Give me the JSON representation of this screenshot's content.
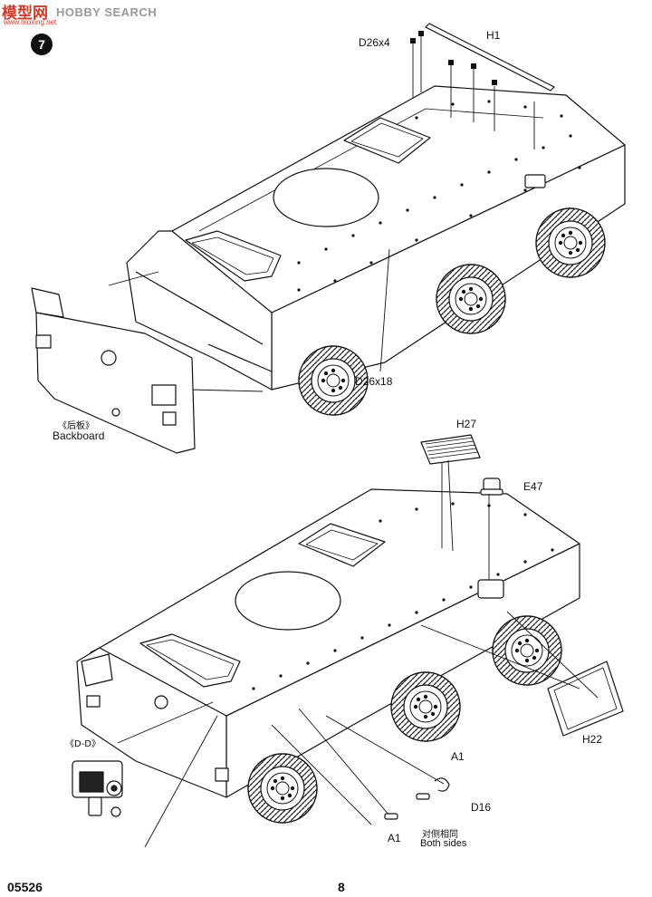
{
  "watermark": {
    "site_cn": "模型网",
    "site_en": "HOBBY SEARCH",
    "url": "www.moxing.net"
  },
  "step_number": "7",
  "top_assembly": {
    "labels": {
      "d26x4": "D26x4",
      "h1": "H1",
      "d26x18": "D26x18",
      "backboard_cn": "《后板》",
      "backboard_en": "Backboard"
    }
  },
  "bottom_assembly": {
    "labels": {
      "h27": "H27",
      "e47": "E47",
      "h22": "H22",
      "dd": "《D-D》",
      "a1_top": "A1",
      "d16": "D16",
      "a1_bottom": "A1",
      "both_sides_cn": "对侧相同",
      "both_sides_en": "Both sides"
    }
  },
  "footer": {
    "kit_number": "05526",
    "page_number": "8"
  }
}
